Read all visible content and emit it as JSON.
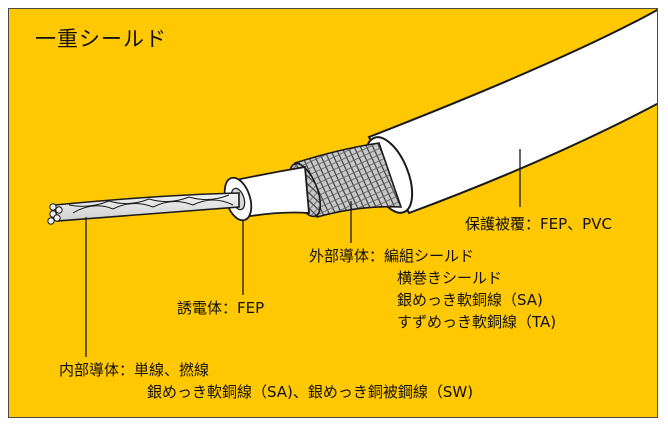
{
  "title": "一重シールド",
  "colors": {
    "background": "#FFC800",
    "jacket": "#FFFFFF",
    "outline": "#1A1A1A",
    "braid": "#BDBDBD",
    "conductor": "#E6E6E6"
  },
  "labels": {
    "jacket": {
      "name": "保護被覆",
      "value": "FEP、PVC"
    },
    "shield": {
      "name": "外部導体",
      "lines": [
        "編組シールド",
        "横巻きシールド",
        "銀めっき軟銅線（SA)",
        "すずめっき軟銅線（TA)"
      ]
    },
    "dielectric": {
      "name": "誘電体",
      "value": "FEP"
    },
    "inner": {
      "name": "内部導体",
      "lines": [
        "単線、撚線",
        "銀めっき軟銅線（SA)、銀めっき銅被鋼線（SW)"
      ]
    }
  }
}
